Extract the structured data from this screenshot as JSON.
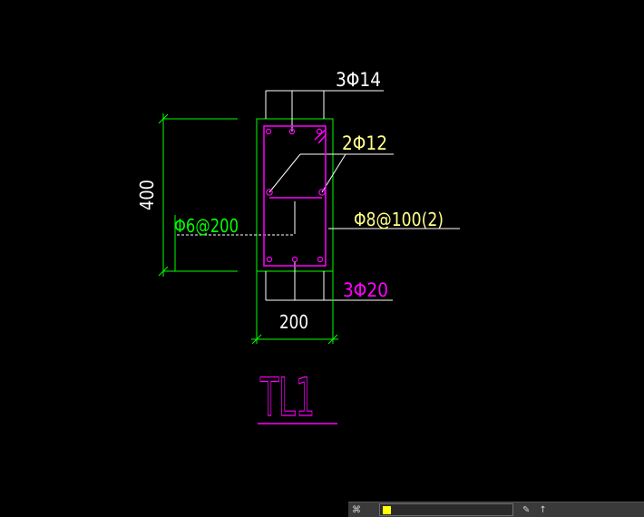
{
  "drawing": {
    "top_bar_label": "3Φ14",
    "side_bar_label": "2Φ12",
    "bottom_bar_label": "3Φ20",
    "stirrup_label": "Φ8@100(2)",
    "tie_label": "Φ6@200",
    "height_dim": "400",
    "width_dim": "200",
    "title": "TL1"
  },
  "colors": {
    "background": "#000000",
    "dimension": "#00ff00",
    "rebar": "#ff00ff",
    "label_white": "#ffffff",
    "label_yellow": "#ffff88",
    "label_magenta": "#ff00ff",
    "title": "#ff00ff"
  },
  "toolbar": {
    "left_icon": "layer-manager-icon",
    "text": "",
    "layer_name": "",
    "right_icons": [
      "layer-tool-icon",
      "layer-up-icon"
    ]
  }
}
